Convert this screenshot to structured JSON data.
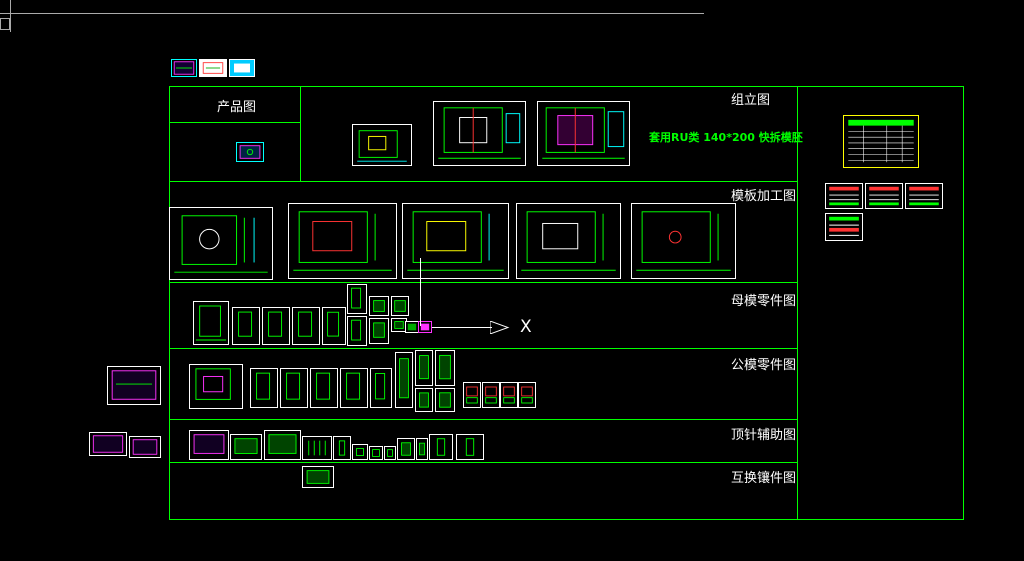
{
  "sections": {
    "product": "产品图",
    "assembly": "组立图",
    "assembly_note": "套用RU类 140*200 快拆模胚",
    "mold_plate": "模板加工图",
    "cavity_parts": "母模零件图",
    "core_parts": "公模零件图",
    "ejector_aux": "顶针辅助图",
    "insert_parts": "互换镶件图"
  },
  "cursor_axis_label": "X",
  "icons": {
    "ucs": "ucs-icon",
    "crosshair": "crosshair-cursor-icon"
  },
  "colors": {
    "frame": "#00ff00",
    "background": "#000000",
    "text": "#ffffff",
    "accent_red": "#ff3030",
    "accent_cyan": "#00e5ff"
  }
}
